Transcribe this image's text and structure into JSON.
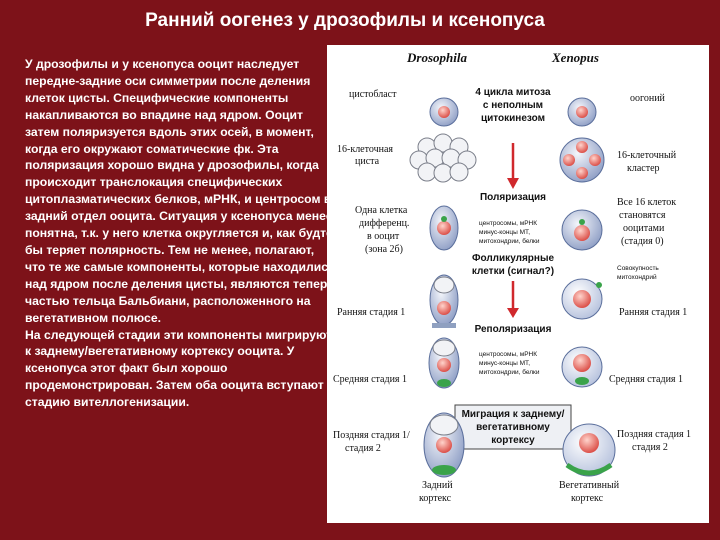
{
  "slide": {
    "title": "Ранний оогенез у дрозофилы и ксенопуса",
    "text_paragraphs": [
      "У дрозофилы и у ксенопуса ооцит наследует передне-задние оси симметрии после деления клеток цисты. Специфические компоненты накапливаются во впадине над ядром. Ооцит затем поляризуется вдоль этих осей, в момент, когда его окружают соматические фк. Эта поляризация хорошо видна у дрозофилы, когда происходит транслокация специфических цитоплазматических белков, мРНК, и центросом в задний отдел ооцита. Ситуация у ксенопуса менее понятна, т.к. у него клетка округляется и, как будто бы теряет полярность. Тем не менее, полагают, что те же самые компоненты, которые находились над ядром после деления цисты, являются теперь частью тельца Бальбиани, расположенного на вегетативном полюсе.",
      "На следующей стадии эти компоненты мигрируют к заднему/вегетативному кортексу ооцита. У ксенопуса этот факт был хорошо продемонстрирован. Затем оба ооцита вступают в стадию вителлогенизации."
    ]
  },
  "figure": {
    "col_drosophila": "Drosophila",
    "col_xenopus": "Xenopus",
    "labels": {
      "cystoblast": "цистобласт",
      "mitosis_l1": "4 цикла митоза",
      "mitosis_l2": "с неполным",
      "mitosis_l3": "цитокинезом",
      "oogonium": "оогоний",
      "cyst16_l1": "16-клеточная",
      "cyst16_l2": "циста",
      "cluster16_l1": "16-клеточный",
      "cluster16_l2": "кластер",
      "polarization": "Поляризация",
      "one_cell_l1": "Одна клетка",
      "one_cell_l2": "дифференц.",
      "one_cell_l3": "в ооцит",
      "one_cell_l4": "(зона 2б)",
      "centrosomes_a_l1": "центросомы, мРНК",
      "centrosomes_a_l2": "минус-концы МТ,",
      "centrosomes_a_l3": "митохондрии, белки",
      "all16_l1": "Все 16 клеток",
      "all16_l2": "становятся",
      "all16_l3": "ооцитами",
      "all16_l4": "(стадия 0)",
      "follicular_l1": "Фолликулярные",
      "follicular_l2": "клетки (сигнал?)",
      "mito_aggr_l1": "Совокупность",
      "mito_aggr_l2": "митохондрий",
      "early_stage_left": "Ранняя стадия 1",
      "early_stage_right": "Ранняя стадия 1",
      "repolarization": "Реполяризация",
      "centrosomes_b_l1": "центросомы, мРНК",
      "centrosomes_b_l2": "минус-концы МТ,",
      "centrosomes_b_l3": "митохондрии, белки",
      "mid_stage_left": "Средняя стадия 1",
      "mid_stage_right": "Средняя стадия 1",
      "migration_l1": "Миграция к заднему/",
      "migration_l2": "вегетативному",
      "migration_l3": "кортексу",
      "late_left_l1": "Поздняя стадия 1/",
      "late_left_l2": "стадия 2",
      "late_right_l1": "Поздняя стадия 1",
      "late_right_l2": "стадия 2",
      "posterior_l1": "Задний",
      "posterior_l2": "кортекс",
      "vegetal_l1": "Вегетативный",
      "vegetal_l2": "кортекс"
    }
  },
  "colors": {
    "background": "#7d1219",
    "text": "#ffffff",
    "cell_fill": "#c8d2e8",
    "nucleus_red": "#e3605e",
    "green_component": "#3aa34a",
    "arrow_red": "#d0282c",
    "follicle": "#8fa0c0"
  }
}
